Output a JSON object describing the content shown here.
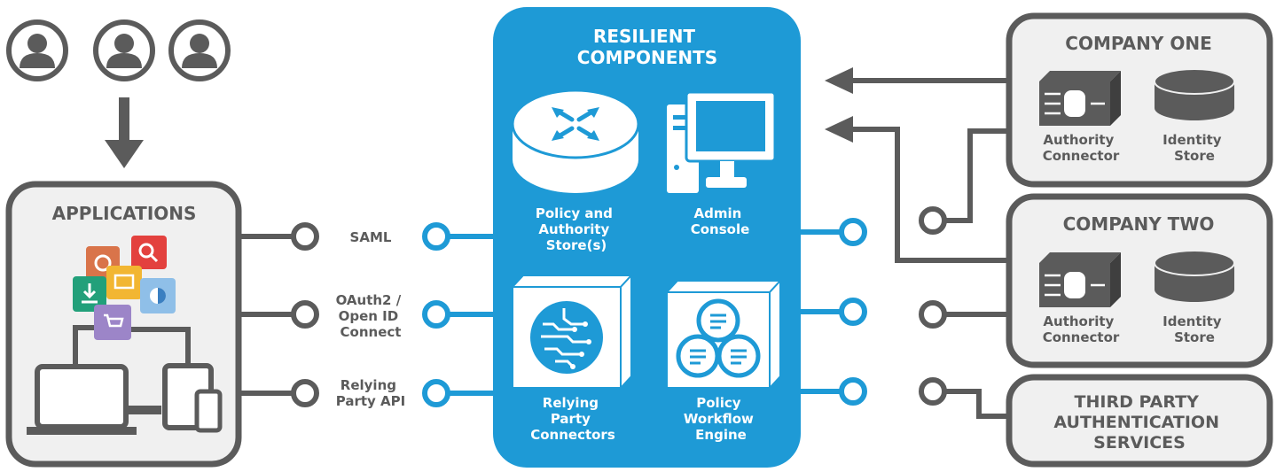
{
  "title_lines": [
    "RESILIENT",
    "COMPONENTS"
  ],
  "applications": {
    "label": "APPLICATIONS"
  },
  "protocols": [
    {
      "lines": [
        "SAML"
      ]
    },
    {
      "lines": [
        "OAuth2 /",
        "Open ID",
        "Connect"
      ]
    },
    {
      "lines": [
        "Relying",
        "Party API"
      ]
    }
  ],
  "components": {
    "policy_store": [
      "Policy and",
      "Authority",
      "Store(s)"
    ],
    "admin_console": [
      "Admin",
      "Console"
    ],
    "rp_connectors": [
      "Relying",
      "Party",
      "Connectors"
    ],
    "workflow_engine": [
      "Policy",
      "Workflow",
      "Engine"
    ]
  },
  "company_one": {
    "label": "COMPANY ONE",
    "connector": [
      "Authority",
      "Connector"
    ],
    "store": [
      "Identity",
      "Store"
    ]
  },
  "company_two": {
    "label": "COMPANY TWO",
    "connector": [
      "Authority",
      "Connector"
    ],
    "store": [
      "Identity",
      "Store"
    ]
  },
  "third_party": {
    "lines": [
      "THIRD PARTY",
      "AUTHENTICATION",
      "SERVICES"
    ]
  },
  "colors": {
    "blue": "#1e9ad6",
    "gray": "#5b5b5b",
    "light_gray": "#f0f0f0",
    "white": "#ffffff"
  },
  "icons": {
    "users": "user-silhouette-icon",
    "router": "router-icon",
    "computer": "desktop-computer-icon",
    "circuit": "circuit-icon",
    "workflow": "workflow-icon",
    "connector": "authority-connector-icon",
    "database": "database-icon"
  }
}
